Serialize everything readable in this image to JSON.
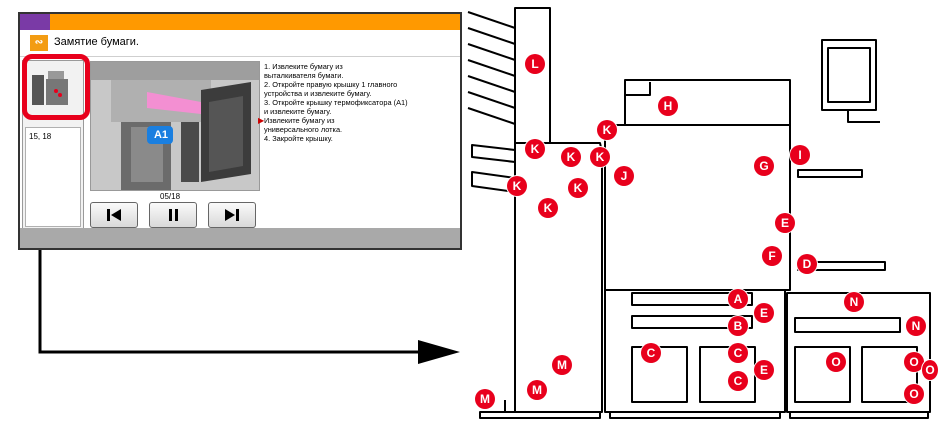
{
  "screen": {
    "title": "Замятие бумаги.",
    "title_icon": "paper-jam-icon",
    "thumb_text": "15, 18",
    "photo_label": "A1",
    "page_counter": "05/18",
    "instructions": [
      "1. Извлеките бумагу из",
      "выталкивателя бумаги.",
      "2. Откройте правую крышку 1 главного",
      "устройства и извлеките бумагу.",
      "3. Откройте крышку термофиксатора (A1)",
      "и извлеките бумагу.",
      "Извлеките бумагу из",
      "универсального лотка.",
      "4. Закройте крышку."
    ],
    "nav_buttons": [
      "skip-previous-icon",
      "pause-icon",
      "skip-next-icon"
    ]
  },
  "markers": {
    "L": "L",
    "H": "H",
    "K": "K",
    "G": "G",
    "I": "I",
    "J": "J",
    "E": "E",
    "F": "F",
    "D": "D",
    "A": "A",
    "B": "B",
    "C": "C",
    "M": "M",
    "N": "N",
    "O": "O"
  },
  "colors": {
    "marker_red": "#e8001c",
    "highlight_red": "#e8001c",
    "topbar_orange": "#ff9900",
    "topbar_purple": "#7a3aa6"
  }
}
